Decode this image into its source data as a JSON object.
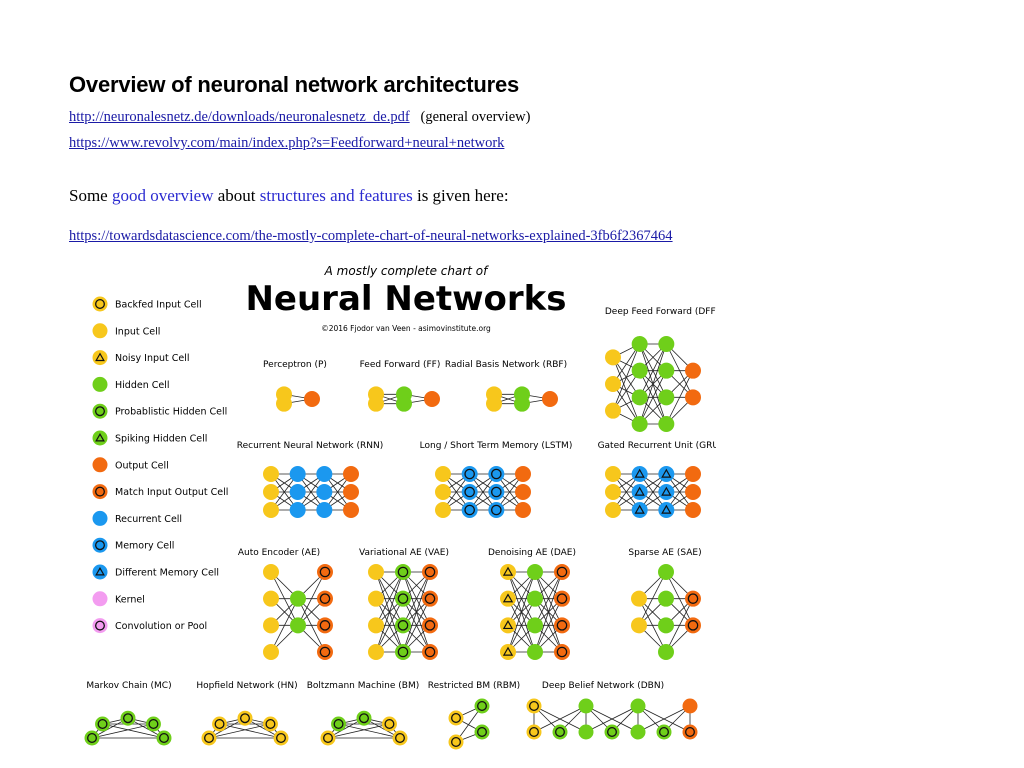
{
  "doc": {
    "title": "Overview of neuronal network architectures",
    "link1": "http://neuronalesnetz.de/downloads/neuronalesnetz_de.pdf",
    "link1_note": "(general overview)",
    "link2": "https://www.revolvy.com/main/index.php?s=Feedforward+neural+network",
    "sentence": {
      "part1": "Some ",
      "link_a": "good overview",
      "part2": " about ",
      "link_b": "structures and features",
      "part3": " is given here:"
    },
    "link3": "https://towardsdatascience.com/the-mostly-complete-chart-of-neural-networks-explained-3fb6f2367464"
  },
  "figure": {
    "subtitle": "A mostly complete chart of",
    "title": "Neural Networks",
    "credit": "©2016 Fjodor van Veen - asimovinstitute.org",
    "colors": {
      "yellow": "#f7c71c",
      "green": "#6fcf1a",
      "orange": "#f26a10",
      "blue": "#1b98ef",
      "pink": "#f39cf0",
      "edge": "#222222"
    },
    "legend": [
      {
        "label": "Backfed Input Cell",
        "fill": "yellow",
        "mark": "ring"
      },
      {
        "label": "Input Cell",
        "fill": "yellow",
        "mark": "none"
      },
      {
        "label": "Noisy Input Cell",
        "fill": "yellow",
        "mark": "triangle"
      },
      {
        "label": "Hidden Cell",
        "fill": "green",
        "mark": "none"
      },
      {
        "label": "Probablistic Hidden Cell",
        "fill": "green",
        "mark": "ring"
      },
      {
        "label": "Spiking Hidden Cell",
        "fill": "green",
        "mark": "triangle"
      },
      {
        "label": "Output Cell",
        "fill": "orange",
        "mark": "none"
      },
      {
        "label": "Match Input Output Cell",
        "fill": "orange",
        "mark": "ring"
      },
      {
        "label": "Recurrent Cell",
        "fill": "blue",
        "mark": "none"
      },
      {
        "label": "Memory Cell",
        "fill": "blue",
        "mark": "ring"
      },
      {
        "label": "Different Memory Cell",
        "fill": "blue",
        "mark": "triangle"
      },
      {
        "label": "Kernel",
        "fill": "pink",
        "mark": "none"
      },
      {
        "label": "Convolution or Pool",
        "fill": "pink",
        "mark": "ring"
      }
    ],
    "networks": [
      {
        "name": "Perceptron (P)",
        "layers": [
          [
            "yellow",
            "yellow"
          ],
          [
            "orange"
          ]
        ]
      },
      {
        "name": "Feed Forward (FF)",
        "layers": [
          [
            "yellow",
            "yellow"
          ],
          [
            "green",
            "green"
          ],
          [
            "orange"
          ]
        ]
      },
      {
        "name": "Radial Basis Network (RBF)",
        "layers": [
          [
            "yellow",
            "yellow"
          ],
          [
            "green",
            "green"
          ],
          [
            "orange"
          ]
        ]
      },
      {
        "name": "Deep Feed Forward (DFF)",
        "layers": [
          [
            "yellow",
            "yellow",
            "yellow"
          ],
          [
            "green",
            "green",
            "green",
            "green"
          ],
          [
            "green",
            "green",
            "green",
            "green"
          ],
          [
            "orange",
            "orange"
          ]
        ]
      },
      {
        "name": "Recurrent Neural Network (RNN)",
        "layers": [
          [
            "yellow",
            "yellow",
            "yellow"
          ],
          [
            "blue",
            "blue",
            "blue"
          ],
          [
            "blue",
            "blue",
            "blue"
          ],
          [
            "orange",
            "orange",
            "orange"
          ]
        ]
      },
      {
        "name": "Long / Short Term Memory (LSTM)",
        "layers": [
          [
            "yellow",
            "yellow",
            "yellow"
          ],
          [
            "blue:ring",
            "blue:ring",
            "blue:ring"
          ],
          [
            "blue:ring",
            "blue:ring",
            "blue:ring"
          ],
          [
            "orange",
            "orange",
            "orange"
          ]
        ]
      },
      {
        "name": "Gated Recurrent Unit (GRU)",
        "layers": [
          [
            "yellow",
            "yellow",
            "yellow"
          ],
          [
            "blue:triangle",
            "blue:triangle",
            "blue:triangle"
          ],
          [
            "blue:triangle",
            "blue:triangle",
            "blue:triangle"
          ],
          [
            "orange",
            "orange",
            "orange"
          ]
        ]
      },
      {
        "name": "Auto Encoder (AE)",
        "layers": [
          [
            "yellow",
            "yellow",
            "yellow",
            "yellow"
          ],
          [
            "green",
            "green"
          ],
          [
            "orange:ring",
            "orange:ring",
            "orange:ring",
            "orange:ring"
          ]
        ]
      },
      {
        "name": "Variational AE (VAE)",
        "layers": [
          [
            "yellow",
            "yellow",
            "yellow",
            "yellow"
          ],
          [
            "green:ring",
            "green:ring",
            "green:ring",
            "green:ring"
          ],
          [
            "orange:ring",
            "orange:ring",
            "orange:ring",
            "orange:ring"
          ]
        ]
      },
      {
        "name": "Denoising AE (DAE)",
        "layers": [
          [
            "yellow:triangle",
            "yellow:triangle",
            "yellow:triangle",
            "yellow:triangle"
          ],
          [
            "green",
            "green",
            "green",
            "green"
          ],
          [
            "orange:ring",
            "orange:ring",
            "orange:ring",
            "orange:ring"
          ]
        ]
      },
      {
        "name": "Sparse AE (SAE)",
        "layers": [
          [
            "yellow",
            "yellow"
          ],
          [
            "green",
            "green",
            "green",
            "green"
          ],
          [
            "orange:ring",
            "orange:ring"
          ]
        ]
      },
      {
        "name": "Markov Chain (MC)",
        "layers": []
      },
      {
        "name": "Hopfield Network (HN)",
        "layers": []
      },
      {
        "name": "Boltzmann Machine (BM)",
        "layers": []
      },
      {
        "name": "Restricted BM (RBM)",
        "layers": []
      },
      {
        "name": "Deep Belief Network (DBN)",
        "layers": []
      }
    ]
  }
}
